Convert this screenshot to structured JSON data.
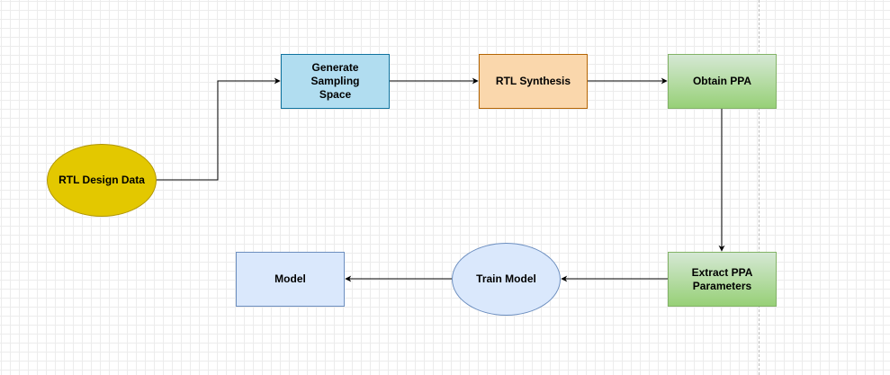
{
  "colors": {
    "canvas_background": "#ffffff",
    "grid_line": "#ececec",
    "edge_stroke": "#000000",
    "rtl_design_fill": "#e3c800",
    "sampling_fill": "#b1ddf0",
    "synthesis_fill": "#fad7ac",
    "ppa_gradient_top": "#d5e8d4",
    "ppa_gradient_bottom": "#97d077",
    "train_model_fill": "#dae8fc",
    "model_fill": "#dae8fc"
  },
  "nodes": {
    "rtl_design_data": {
      "label": "RTL Design Data",
      "shape": "ellipse"
    },
    "generate_sampling_space": {
      "label_line1": "Generate Sampling",
      "label_line2": "Space",
      "shape": "rectangle"
    },
    "rtl_synthesis": {
      "label": "RTL Synthesis",
      "shape": "rectangle"
    },
    "obtain_ppa": {
      "label": "Obtain PPA",
      "shape": "rectangle"
    },
    "extract_ppa_parameters": {
      "label_line1": "Extract PPA",
      "label_line2": "Parameters",
      "shape": "rectangle"
    },
    "train_model": {
      "label": "Train Model",
      "shape": "ellipse"
    },
    "model": {
      "label": "Model",
      "shape": "rectangle"
    }
  },
  "edges": [
    {
      "from": "RTL Design Data",
      "to": "Generate Sampling Space"
    },
    {
      "from": "Generate Sampling Space",
      "to": "RTL Synthesis"
    },
    {
      "from": "RTL Synthesis",
      "to": "Obtain PPA"
    },
    {
      "from": "Obtain PPA",
      "to": "Extract PPA Parameters"
    },
    {
      "from": "Extract PPA Parameters",
      "to": "Train Model"
    },
    {
      "from": "Train Model",
      "to": "Model"
    }
  ]
}
